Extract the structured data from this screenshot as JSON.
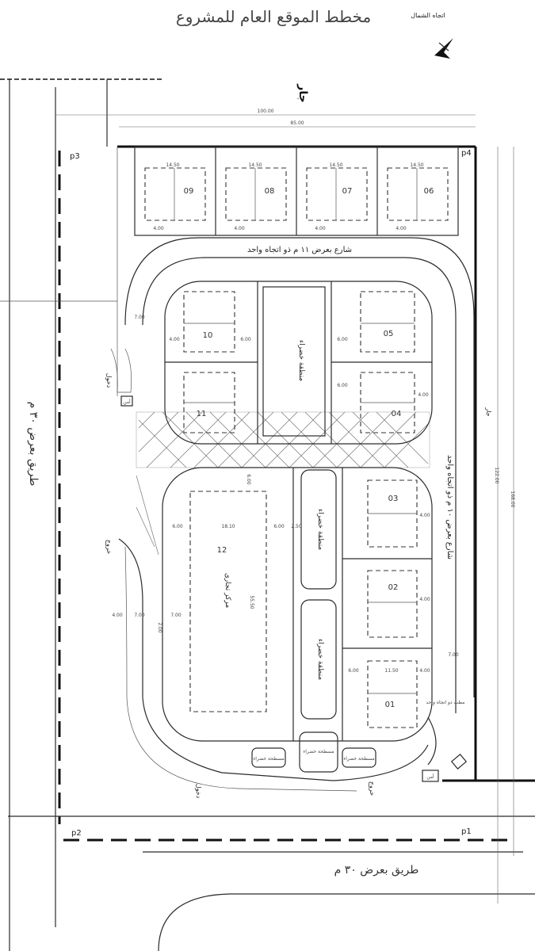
{
  "title": "مخطط الموقع العام للمشروع",
  "north_label": "اتجاه الشمال",
  "neighbor_label": "جار",
  "roads": {
    "west": "طريق بعرض ٣٠ م",
    "south": "طريق بعرض ٣٠ م"
  },
  "streets": {
    "north": "شارع بعرض ١١ م ذو اتجاه واحد",
    "east": "شارع بعرض ١٠ م ذو اتجاه واحد"
  },
  "corners": [
    "p1",
    "p2",
    "p3",
    "p4"
  ],
  "plots": {
    "top_row": [
      "09",
      "08",
      "07",
      "06"
    ],
    "block_a": [
      "10",
      "11",
      "05",
      "04"
    ],
    "block_b": [
      "03",
      "02",
      "01"
    ],
    "commercial_number": "12",
    "commercial_label": "مركز تجارى"
  },
  "green_areas": {
    "main": "منطقة خضراء",
    "short": "مسطحة خضراء"
  },
  "access": {
    "entry": "دخول",
    "exit": "خروج",
    "guard": "أمن",
    "one_way_note": "مطب ذو اتجاه واحد"
  },
  "dimensions": {
    "total_width": "100.00",
    "inner_width": "85.00",
    "total_height": "168.00",
    "inner_height": "122.00",
    "plot_w": "14.50",
    "plot_inner": "11.50",
    "plot_side": "11.50",
    "setback_4": "4.00",
    "setback_6": "6.00",
    "setback_7": "7.00",
    "commercial_w": "18.10",
    "commercial_h": "55.50",
    "gap_2": "2.50",
    "lane": "7.00",
    "green_h": "2.00"
  }
}
